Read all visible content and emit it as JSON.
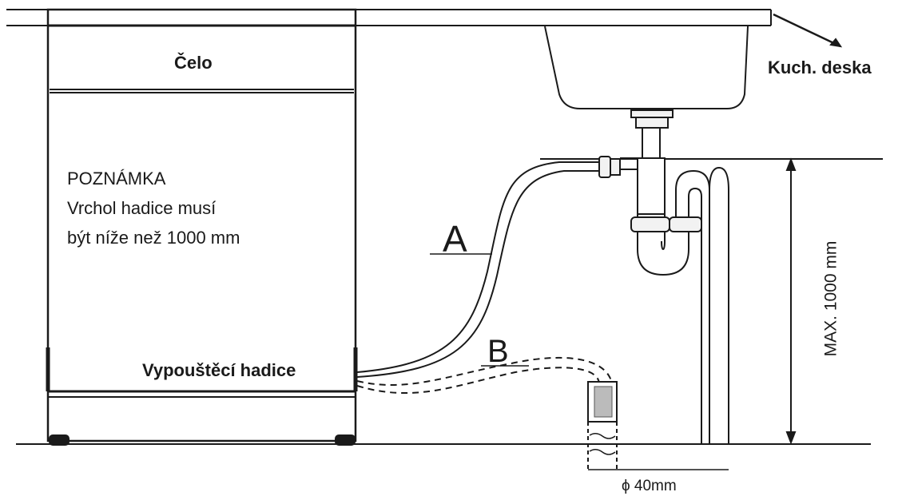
{
  "labels": {
    "front_panel": "Čelo",
    "countertop": "Kuch. deska",
    "note_title": "POZNÁMKA",
    "note_line_1": "Vrchol hadice musí",
    "note_line_2": "být níže než 1000 mm",
    "drain_hose": "Vypouštěcí hadice",
    "route_a": "A",
    "route_b": "B",
    "max_height": "MAX. 1000 mm",
    "diameter": "ϕ 40mm"
  },
  "colors": {
    "line": "#1a1a1a",
    "background": "#ffffff",
    "fill_light": "#f2f2f2"
  }
}
